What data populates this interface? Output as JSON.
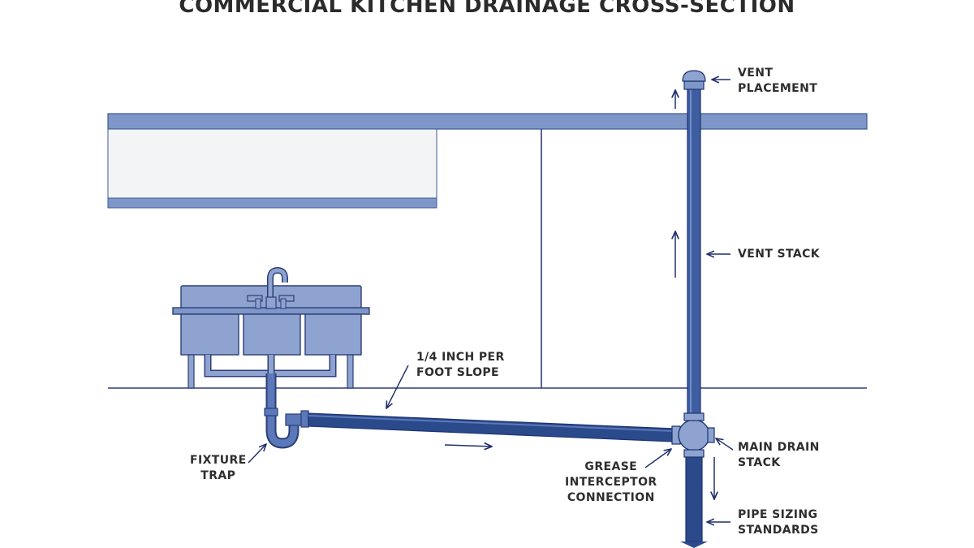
{
  "title": "COMMERCIAL KITCHEN DRAINAGE CROSS-SECTION",
  "colors": {
    "slab": "#7f97c8",
    "slab_stroke": "#3d5896",
    "pipe": "#2b4a8c",
    "pipe_light": "#5b78b8",
    "sink": "#8ea3cf",
    "line": "#2c3e78",
    "annotation": "#1f2f6a",
    "text": "#2e2e2e"
  },
  "labels": {
    "vent_placement": [
      "VENT",
      "PLACEMENT"
    ],
    "vent_stack": [
      "VENT STACK"
    ],
    "slope": [
      "1/4 INCH PER",
      "FOOT SLOPE"
    ],
    "fixture_trap": [
      "FIXTURE",
      "TRAP"
    ],
    "grease_interceptor": [
      "GREASE",
      "INTERCEPTOR",
      "CONNECTION"
    ],
    "main_drain_stack": [
      "MAIN DRAIN",
      "STACK"
    ],
    "pipe_sizing": [
      "PIPE SIZING",
      "STANDARDS"
    ]
  },
  "icons": {
    "vent_cap": "vent-cap-icon",
    "flow_arrow": "flow-arrow-icon",
    "leader_arrow": "leader-arrow-icon"
  }
}
